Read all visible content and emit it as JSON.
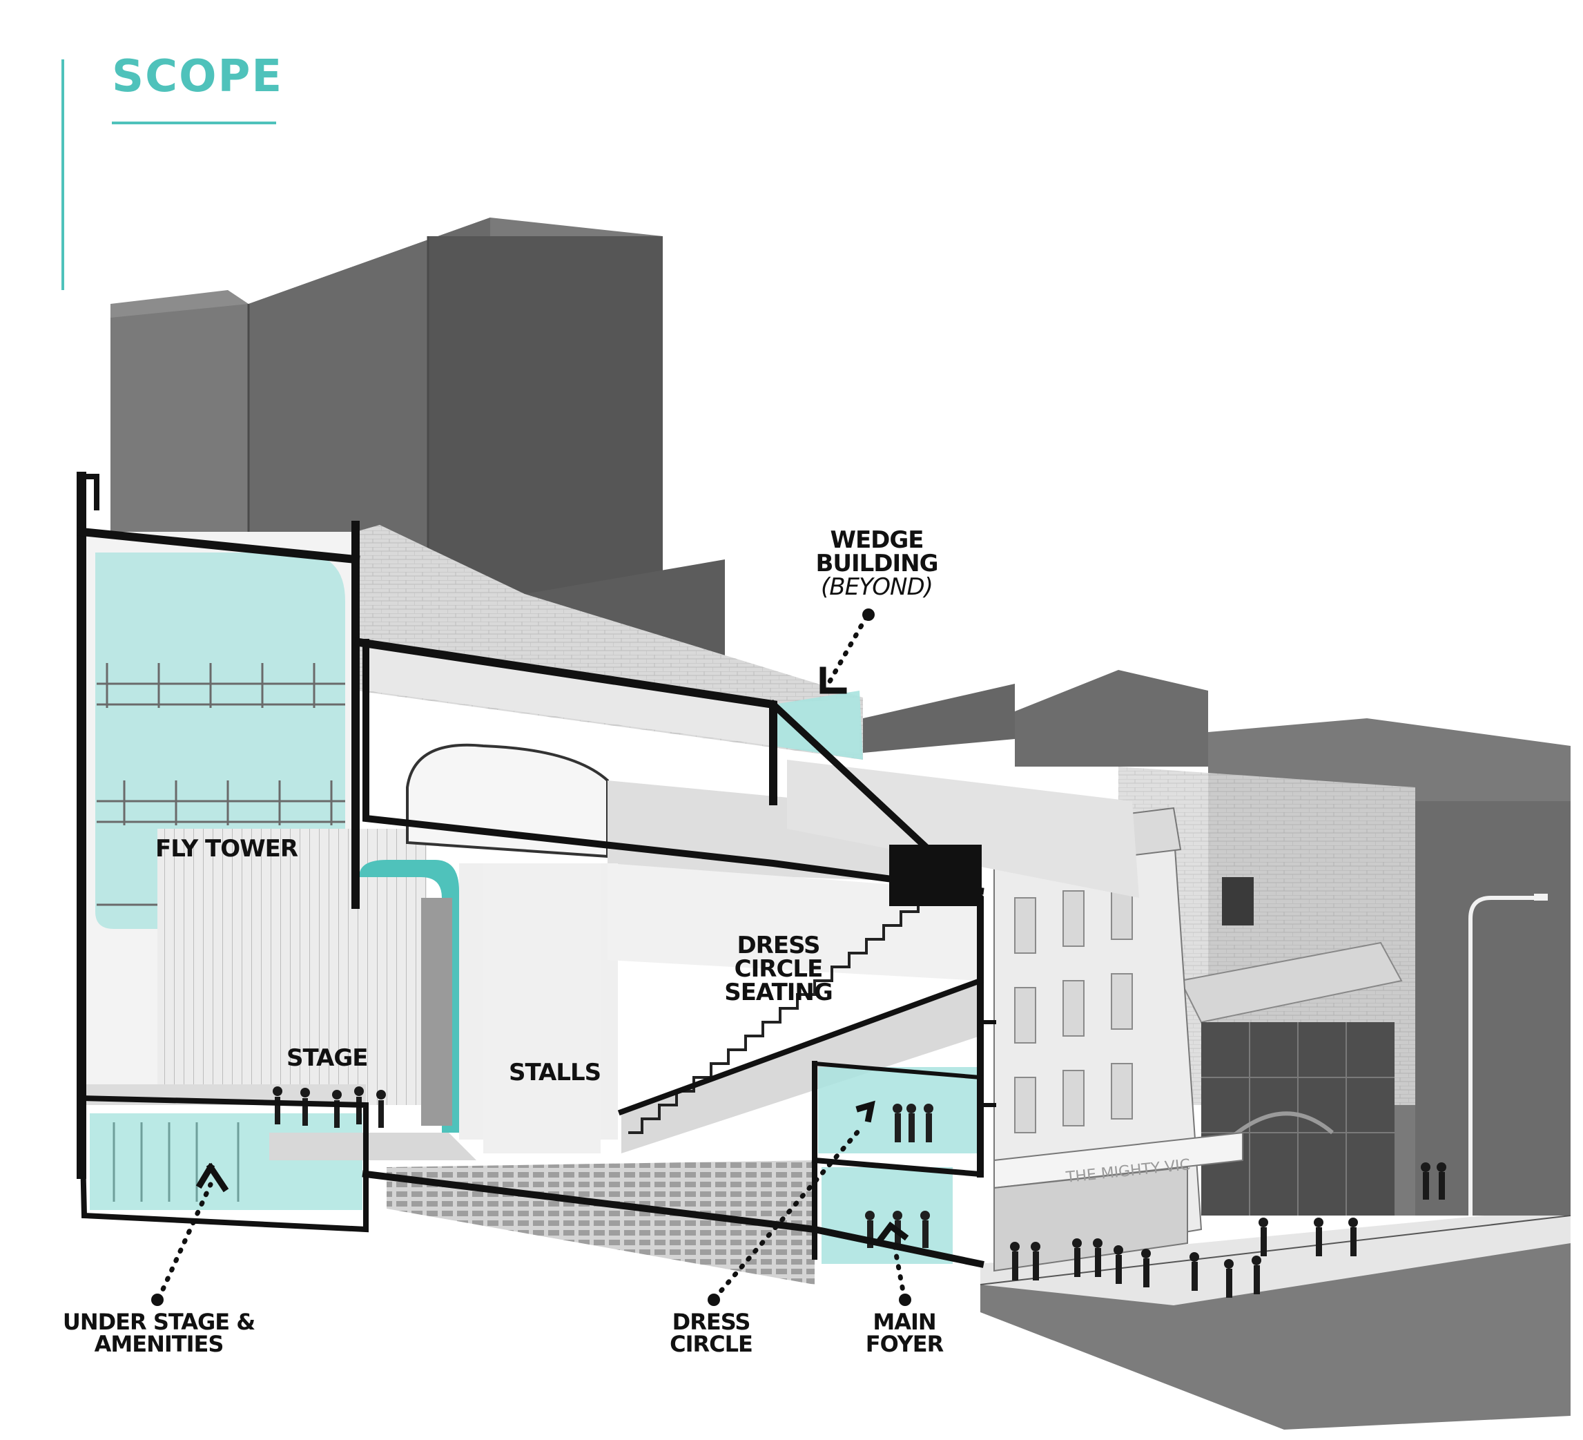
{
  "header": {
    "title": "SCOPE"
  },
  "labels": {
    "fly_tower": "FLY TOWER",
    "stage": "STAGE",
    "stalls": "STALLS",
    "dress_circle_seating": [
      "DRESS CIRCLE",
      "SEATING"
    ],
    "wedge_building": [
      "WEDGE",
      "BUILDING",
      "(BEYOND)"
    ],
    "under_stage": [
      "UNDER STAGE &",
      "AMENITIES"
    ],
    "dress_circle": [
      "DRESS",
      "CIRCLE"
    ],
    "main_foyer": [
      "MAIN",
      "FOYER"
    ],
    "signage": "THE MIGHTY VIC"
  },
  "colors": {
    "accent": "#4fc2bb",
    "highlight_fill": "#a9e3df",
    "section_cut": "#111111",
    "context_buildings": "#6e6e6e"
  }
}
